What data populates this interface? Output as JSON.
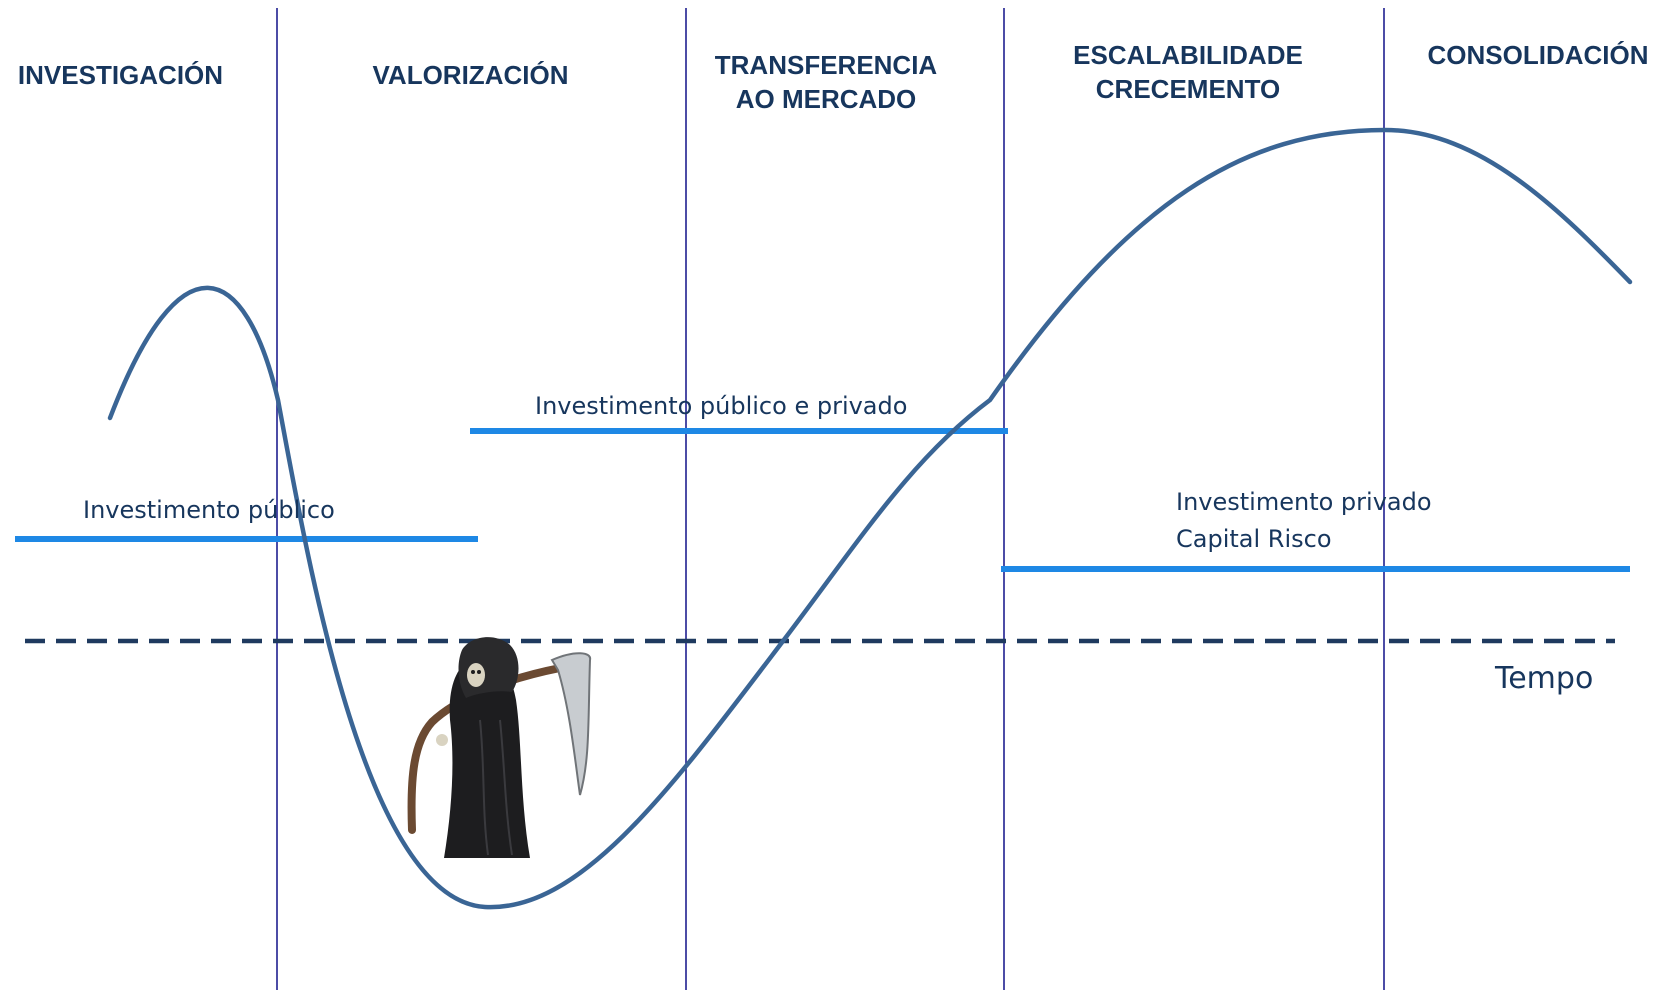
{
  "phases": [
    {
      "lines": [
        "INVESTIGACIÓN"
      ]
    },
    {
      "lines": [
        "VALORIZACIÓN"
      ]
    },
    {
      "lines": [
        "TRANSFERENCIA",
        "AO MERCADO"
      ]
    },
    {
      "lines": [
        "ESCALABILIDADE",
        "CRECEMENTO"
      ]
    },
    {
      "lines": [
        "CONSOLIDACIÓN"
      ]
    }
  ],
  "investments": {
    "public": "Investimento público",
    "public_private": "Investimento público e privado",
    "private": [
      "Investimento privado",
      "Capital Risco"
    ]
  },
  "axis_label": "Tempo",
  "figure": "grim-reaper-with-scythe",
  "colors": {
    "curve": "#3a6595",
    "divider": "#1f1f8f",
    "funding_bar": "#1e88e5",
    "baseline": "#1f3a5f",
    "text": "#17365d"
  }
}
